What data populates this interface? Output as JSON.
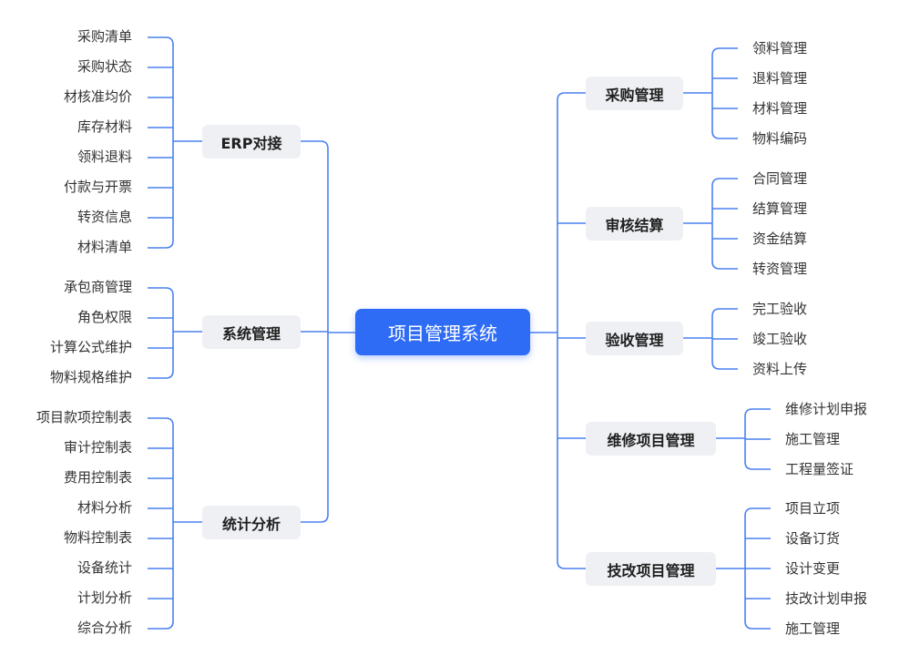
{
  "root": "项目管理系统",
  "left_branches": [
    {
      "label": "ERP对接",
      "items": [
        "采购清单",
        "采购状态",
        "材核准均价",
        "库存材料",
        "领料退料",
        "付款与开票",
        "转资信息",
        "材料清单"
      ]
    },
    {
      "label": "系统管理",
      "items": [
        "承包商管理",
        "角色权限",
        "计算公式维护",
        "物料规格维护"
      ]
    },
    {
      "label": "统计分析",
      "items": [
        "项目款项控制表",
        "审计控制表",
        "费用控制表",
        "材料分析",
        "物料控制表",
        "设备统计",
        "计划分析",
        "综合分析"
      ]
    }
  ],
  "right_branches": [
    {
      "label": "采购管理",
      "items": [
        "领料管理",
        "退料管理",
        "材料管理",
        "物料编码"
      ]
    },
    {
      "label": "审核结算",
      "items": [
        "合同管理",
        "结算管理",
        "资金结算",
        "转资管理"
      ]
    },
    {
      "label": "验收管理",
      "items": [
        "完工验收",
        "竣工验收",
        "资料上传"
      ]
    },
    {
      "label": "维修项目管理",
      "items": [
        "维修计划申报",
        "施工管理",
        "工程量签证"
      ]
    },
    {
      "label": "技改项目管理",
      "items": [
        "项目立项",
        "设备订货",
        "设计变更",
        "技改计划申报",
        "施工管理"
      ]
    }
  ],
  "style": {
    "line_color": "#4a80f0",
    "root_color": "#2f6cf6",
    "branch_bg": "#eef0f3"
  }
}
